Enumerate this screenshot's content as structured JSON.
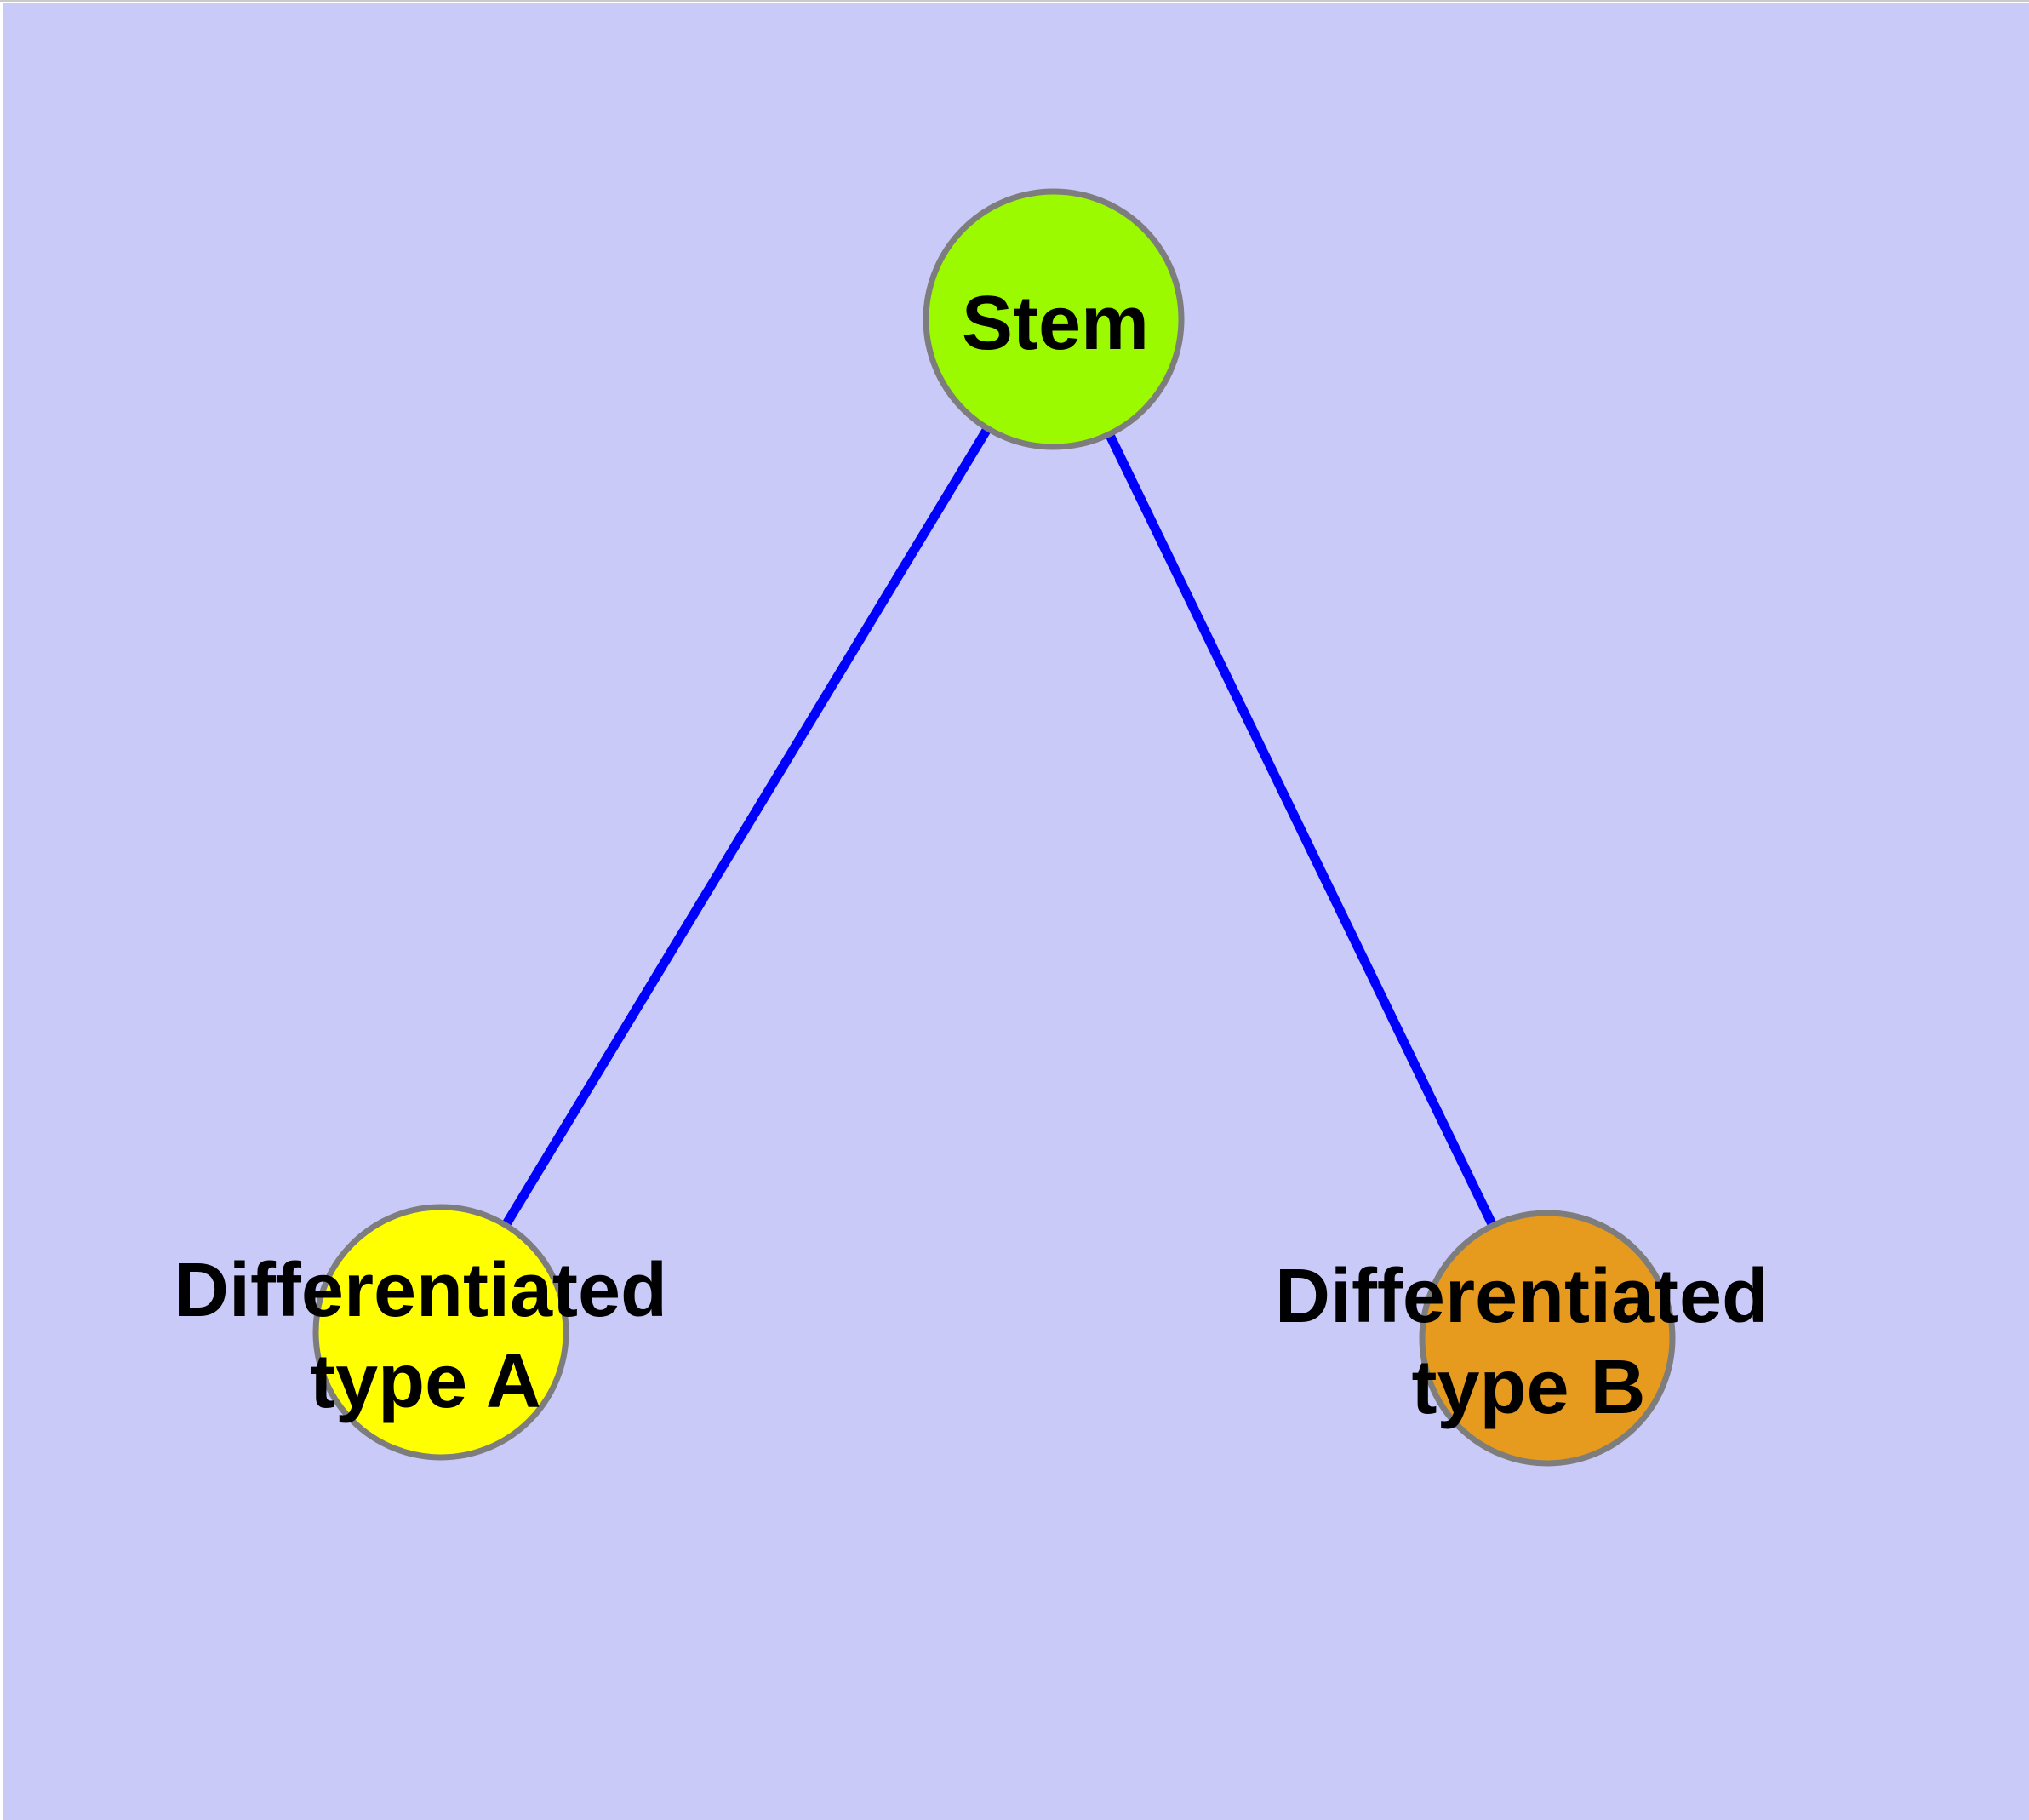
{
  "figure": {
    "background_color": "#CACAF8",
    "edge_color": "#0000FF",
    "node_border_color": "#7D7D7D",
    "label_color": "#000000"
  },
  "graph": {
    "type": "tree",
    "nodes": [
      {
        "id": "stem",
        "label": "Stem",
        "label_line1": "Stem",
        "label_line2": "",
        "fill": "#9BFA00"
      },
      {
        "id": "differentiated-type-a",
        "label": "Differentiated type A",
        "label_line1": "Differentiated",
        "label_line2": "type A",
        "fill": "#FFFF00"
      },
      {
        "id": "differentiated-type-b",
        "label": "Differentiated type B",
        "label_line1": "Differentiated",
        "label_line2": "type B",
        "fill": "#E69A1E"
      }
    ],
    "edges": [
      {
        "from": "stem",
        "to": "differentiated-type-a"
      },
      {
        "from": "stem",
        "to": "differentiated-type-b"
      }
    ]
  }
}
